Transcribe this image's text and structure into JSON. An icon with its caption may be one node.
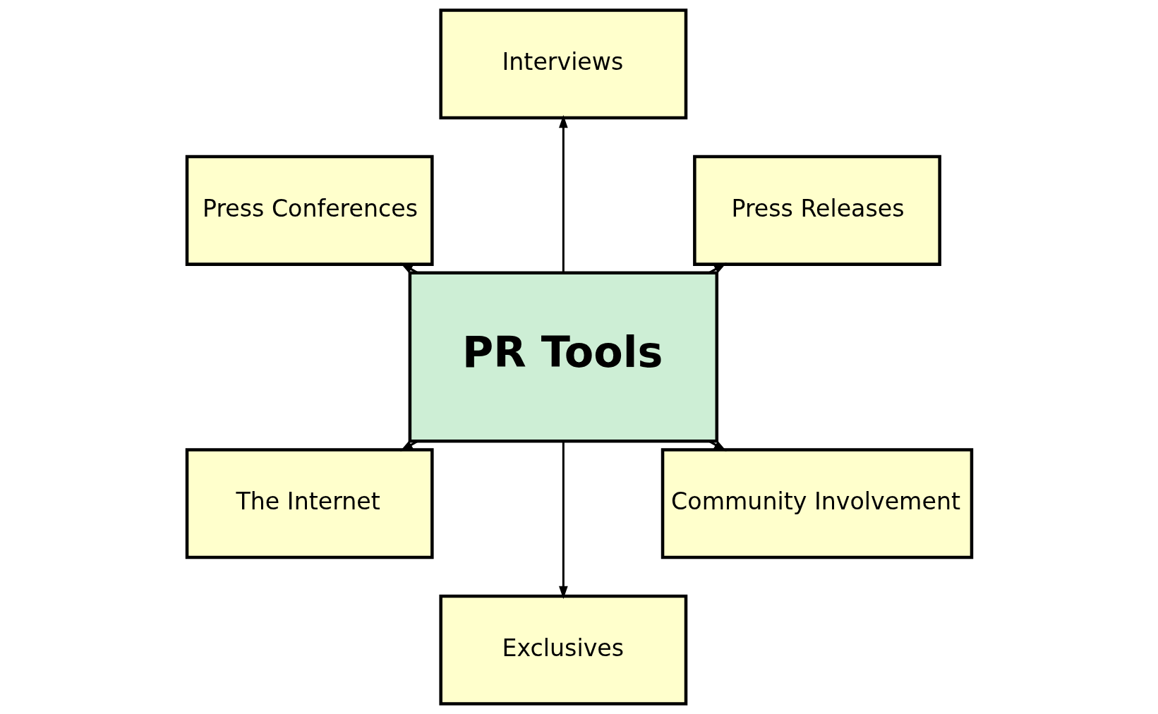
{
  "diagram": {
    "nodes": [
      {
        "text": [
          "Press Releases"
        ]
      },
      {
        "text": [
          "Interviews"
        ]
      },
      {
        "text": [
          "Press Conferences"
        ]
      },
      {
        "text": [
          "PR Tools"
        ]
      },
      {
        "text": [
          "The Internet"
        ]
      },
      {
        "text": [
          "Exclusives"
        ]
      },
      {
        "text": [
          "Community Involvement"
        ]
      }
    ],
    "edges": [
      {
        "from": 3,
        "to": 0,
        "arrow": "to"
      },
      {
        "from": 3,
        "to": 1,
        "arrow": "to"
      },
      {
        "from": 3,
        "to": 2,
        "arrow": "to"
      },
      {
        "from": 3,
        "to": 4,
        "arrow": "to"
      },
      {
        "from": 3,
        "to": 5,
        "arrow": "to"
      },
      {
        "from": 3,
        "to": 6,
        "arrow": "to"
      }
    ]
  }
}
